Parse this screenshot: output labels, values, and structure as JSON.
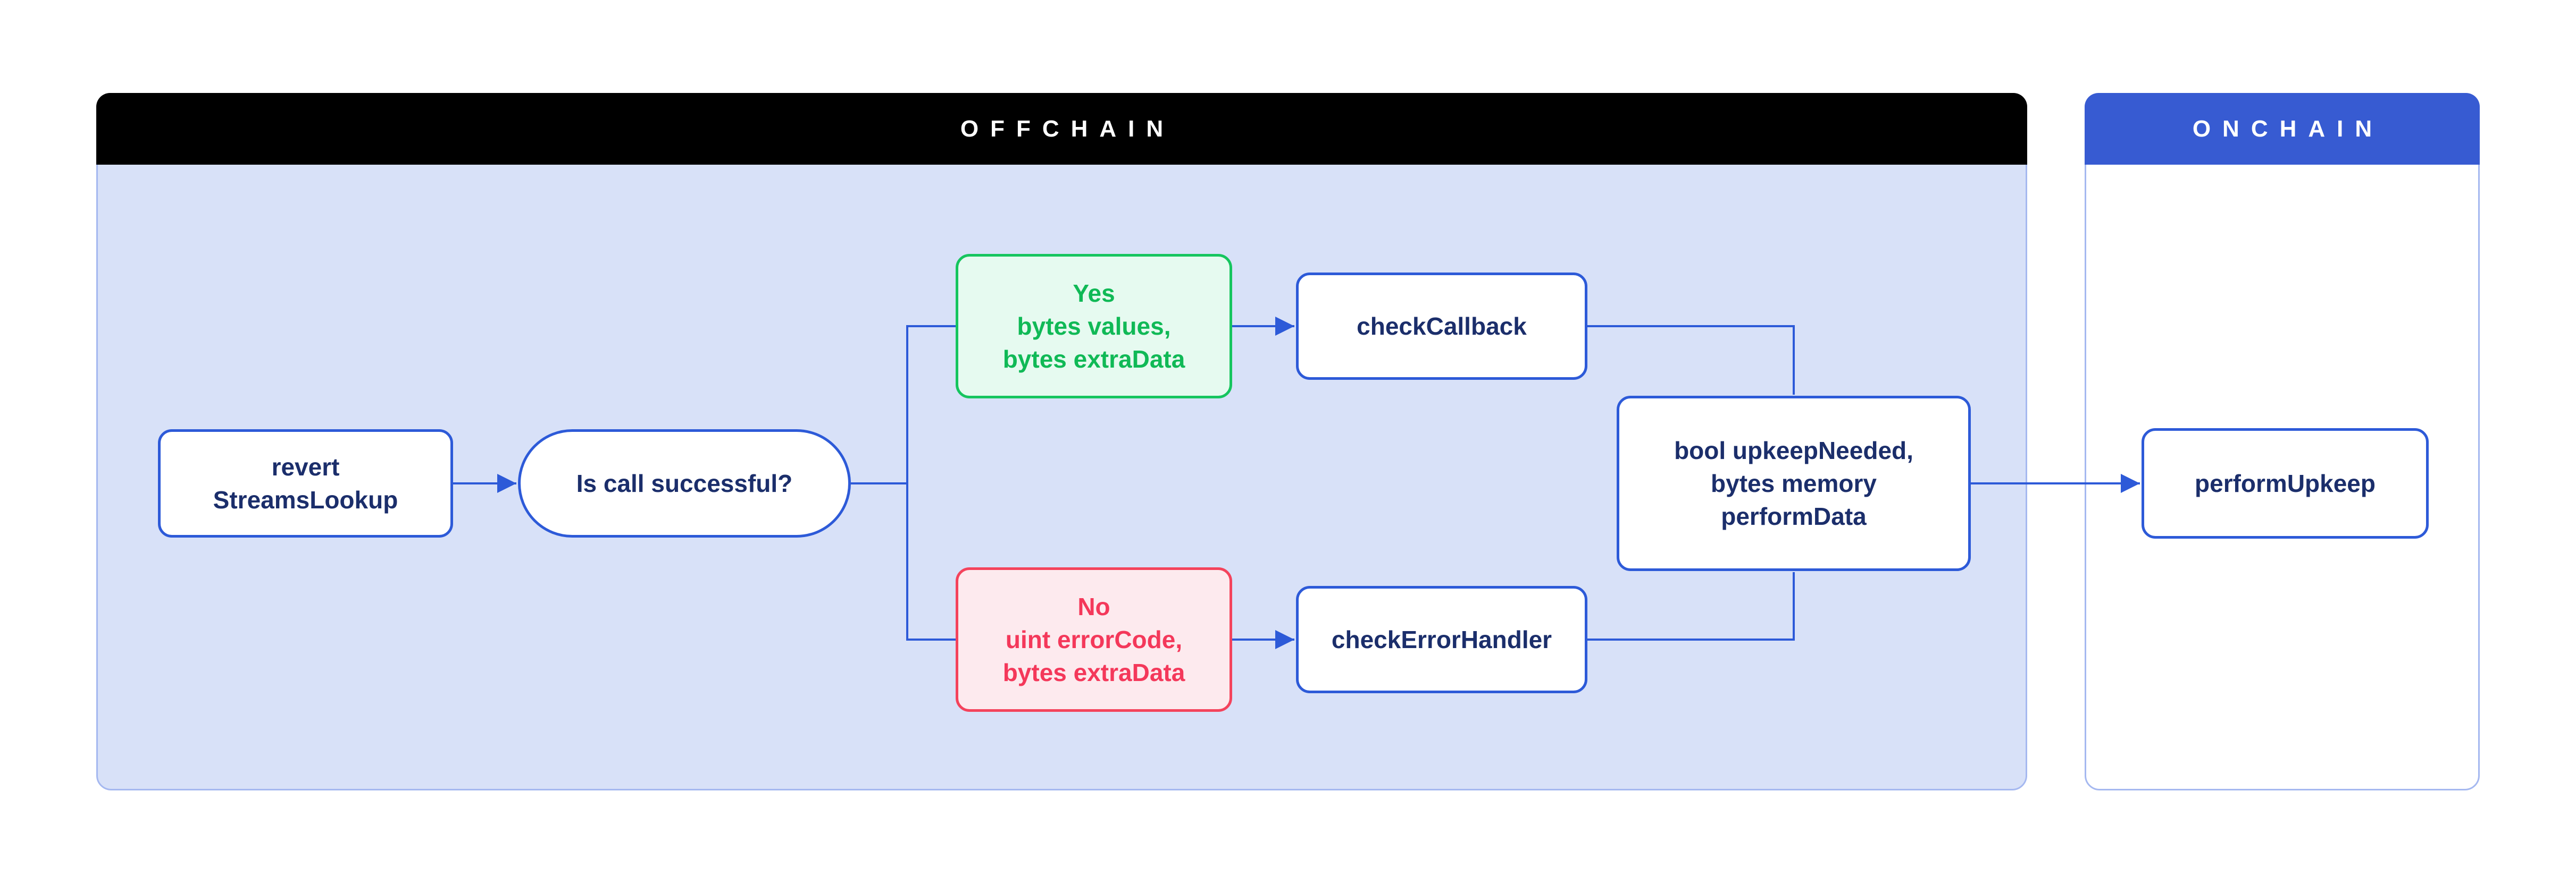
{
  "offchain": {
    "header": "OFFCHAIN"
  },
  "onchain": {
    "header": "ONCHAIN"
  },
  "nodes": {
    "revert": {
      "lines": [
        "revert",
        "StreamsLookup"
      ]
    },
    "question": {
      "label": "Is call successful?"
    },
    "yes": {
      "lines": [
        "Yes",
        "bytes values,",
        "bytes extraData"
      ]
    },
    "no": {
      "lines": [
        "No",
        "uint errorCode,",
        "bytes extraData"
      ]
    },
    "check_callback": {
      "label": "checkCallback"
    },
    "check_error_handler": {
      "label": "checkErrorHandler"
    },
    "result": {
      "lines": [
        "bool upkeepNeeded,",
        "bytes memory",
        "performData"
      ]
    },
    "perform_upkeep": {
      "label": "performUpkeep"
    }
  },
  "colors": {
    "accent_blue": "#2d5ad8",
    "onchain_header_bg": "#375bd2",
    "offchain_header_bg": "#000000",
    "offchain_body_bg": "#d8e1f8",
    "container_border": "#a5b8f0",
    "navy_text": "#1b2e6b",
    "green_border": "#16c55f",
    "green_text": "#10b956",
    "green_fill": "#e6faf0",
    "red_border": "#f4435c",
    "red_text": "#f4385a",
    "red_fill": "#fdeaee"
  }
}
